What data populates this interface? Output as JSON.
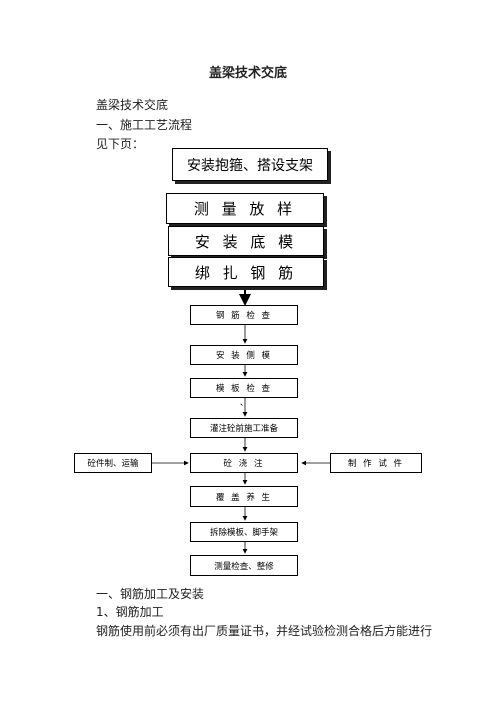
{
  "document": {
    "title": "盖梁技术交底",
    "intro_lines": [
      "盖梁技术交底",
      "一、施工工艺流程",
      "见下页："
    ],
    "flow_big": [
      "安装抱箍、搭设支架",
      "测 量 放 样",
      "安 装 底 模",
      "绑 扎 钢 筋"
    ],
    "flow_small": [
      "钢 筋 检 查",
      "安   装 侧 模",
      "模 板 检 查",
      "灌注砼前施工准备",
      "砼  浇 注",
      "覆 盖 养 生",
      "拆除模板、脚手架",
      "测量检查、整修"
    ],
    "side_left": "砼件制、运输",
    "side_right": "制 作 试 件",
    "stray_mark": "、",
    "section_1": "一、钢筋加工及安装",
    "subsection_1": "1、钢筋加工",
    "body_text": "钢筋使用前必须有出厂质量证书，并经试验检测合格后方能进行"
  }
}
